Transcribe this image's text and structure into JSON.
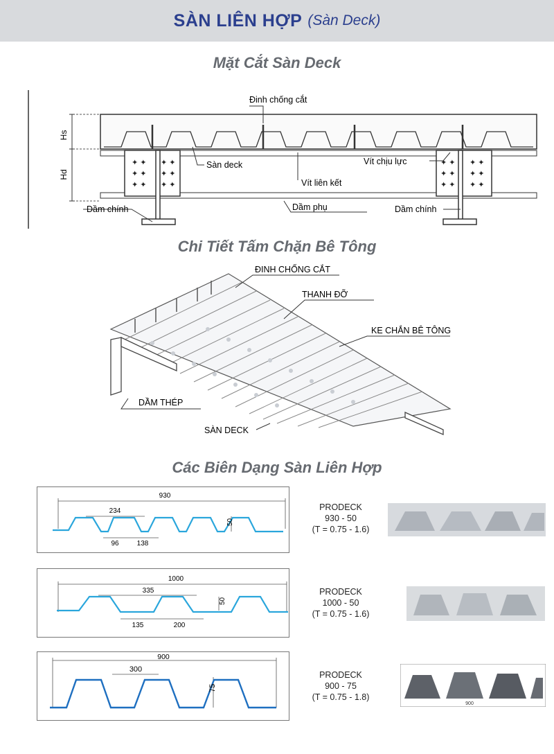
{
  "header": {
    "title": "SÀN LIÊN HỢP",
    "subtitle": "(Sàn Deck)"
  },
  "section1": {
    "title": "Mặt Cắt Sàn Deck",
    "labels": {
      "hs": "Hs",
      "hd": "Hd",
      "dinh_chong_cat": "Đinh chống cắt",
      "san_deck": "Sàn deck",
      "vit_chiu_luc": "Vít chịu lực",
      "vit_lien_ket": "Vít liên kết",
      "dam_chinh_left": "Dầm chính",
      "dam_phu": "Dầm phụ",
      "dam_chinh_right": "Dầm chính"
    }
  },
  "section2": {
    "title": "Chi Tiết Tấm Chặn Bê Tông",
    "labels": {
      "dinh_chong_cat": "ĐINH CHỐNG CẮT",
      "thanh_do": "THANH ĐỠ",
      "ke_chan": "KE CHẮN BÊ TÔNG",
      "dam_thep": "DẦM THÉP",
      "san_deck": "SÀN DECK"
    }
  },
  "section3": {
    "title": "Các Biên Dạng Sàn Liên Hợp",
    "profiles": [
      {
        "dims": {
          "width": "930",
          "pitch": "234",
          "bottom": "96",
          "top": "138",
          "height": "50"
        },
        "name": "PRODECK",
        "size": "930 - 50",
        "thickness": "(T = 0.75 - 1.6)"
      },
      {
        "dims": {
          "width": "1000",
          "pitch": "335",
          "bottom": "135",
          "top": "200",
          "height": "50"
        },
        "name": "PRODECK",
        "size": "1000 - 50",
        "thickness": "(T = 0.75 - 1.6)"
      },
      {
        "dims": {
          "width": "900",
          "pitch": "300",
          "height": "75"
        },
        "name": "PRODECK",
        "size": "900 - 75",
        "thickness": "(T = 0.75 - 1.8)",
        "photo_label": "900"
      }
    ]
  },
  "colors": {
    "header_bg": "#d8dadd",
    "title_blue": "#2b3f8e",
    "profile_blue": "#2aa6dc",
    "profile_dark_blue": "#1e6fc0"
  }
}
